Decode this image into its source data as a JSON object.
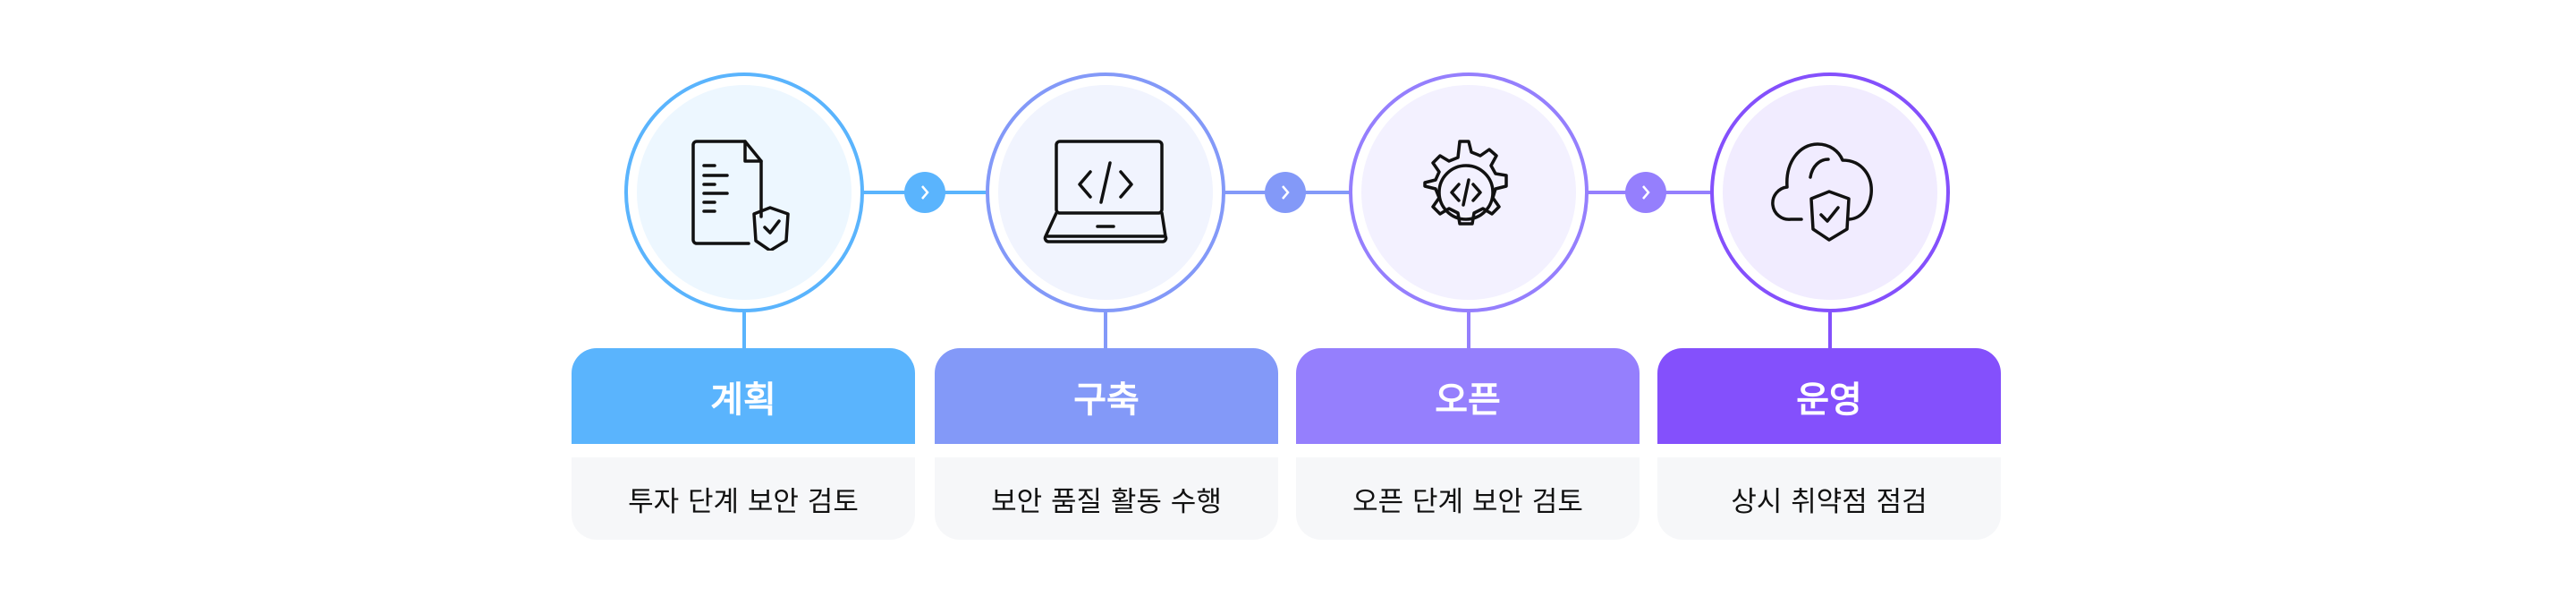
{
  "steps": [
    {
      "title": "계획",
      "description": "투자 단계 보안 검토",
      "icon": "document-shield-icon",
      "color": "#5ab4fd",
      "fill": "#edf7ff"
    },
    {
      "title": "구축",
      "description": "보안 품질 활동 수행",
      "icon": "laptop-code-icon",
      "color": "#8399f8",
      "fill": "#f1f4fe"
    },
    {
      "title": "오픈",
      "description": "오픈 단계 보안 검토",
      "icon": "gear-code-icon",
      "color": "#957ffd",
      "fill": "#f3f1ff"
    },
    {
      "title": "운영",
      "description": "상시 취약점 점검",
      "icon": "cloud-shield-icon",
      "color": "#8450fc",
      "fill": "#f1ecff"
    }
  ],
  "arrows": [
    {
      "icon": "chevron-right-icon",
      "color": "#5ab4fd"
    },
    {
      "icon": "chevron-right-icon",
      "color": "#8399f8"
    },
    {
      "icon": "chevron-right-icon",
      "color": "#957ffd"
    }
  ]
}
